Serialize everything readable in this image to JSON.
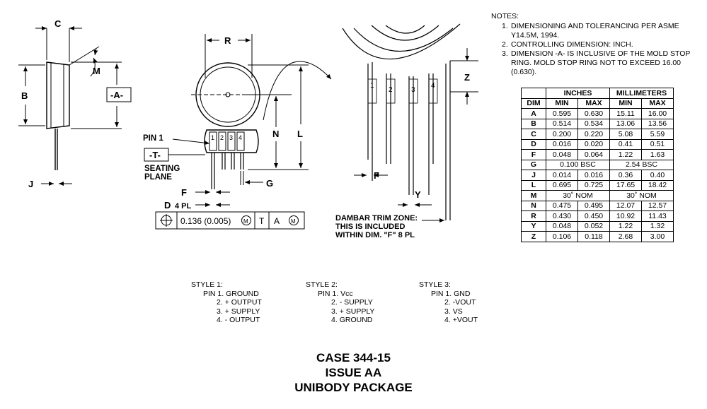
{
  "labels": {
    "C": "C",
    "M": "M",
    "A_datum": "-A-",
    "B": "B",
    "J": "J",
    "R": "R",
    "pin1": "PIN 1",
    "T_datum": "-T-",
    "seating_1": "SEATING",
    "seating_2": "PLANE",
    "N": "N",
    "L": "L",
    "G": "G",
    "F": "F",
    "D": "D",
    "four_pl": "4 PL",
    "pin_num_1": "1",
    "pin_num_2": "2",
    "pin_num_3": "3",
    "pin_num_4": "4",
    "Z": "Z",
    "F2": "F",
    "Y": "Y",
    "dambar_1": "DAMBAR TRIM ZONE:",
    "dambar_2": "THIS IS INCLUDED",
    "dambar_3": "WITHIN DIM.  \"F\" 8 PL",
    "fcf_value": "0.136 (0.005)",
    "fcf_m": "M",
    "fcf_t": "T",
    "fcf_a": "A",
    "fcf_m2": "M"
  },
  "notes": {
    "header": "NOTES:",
    "items": [
      {
        "n": "1.",
        "text": "DIMENSIONING AND TOLERANCING PER ASME Y14.5M, 1994."
      },
      {
        "n": "2.",
        "text": "CONTROLLING DIMENSION: INCH."
      },
      {
        "n": "3.",
        "text": "DIMENSION -A- IS INCLUSIVE OF THE MOLD STOP RING. MOLD STOP RING NOT TO EXCEED 16.00 (0.630)."
      }
    ]
  },
  "table": {
    "group_inches": "INCHES",
    "group_mm": "MILLIMETERS",
    "col_dim": "DIM",
    "col_min": "MIN",
    "col_max": "MAX",
    "rows": [
      {
        "dim": "A",
        "in_min": "0.595",
        "in_max": "0.630",
        "mm_min": "15.11",
        "mm_max": "16.00"
      },
      {
        "dim": "B",
        "in_min": "0.514",
        "in_max": "0.534",
        "mm_min": "13.06",
        "mm_max": "13.56"
      },
      {
        "dim": "C",
        "in_min": "0.200",
        "in_max": "0.220",
        "mm_min": "5.08",
        "mm_max": "5.59"
      },
      {
        "dim": "D",
        "in_min": "0.016",
        "in_max": "0.020",
        "mm_min": "0.41",
        "mm_max": "0.51"
      },
      {
        "dim": "F",
        "in_min": "0.048",
        "in_max": "0.064",
        "mm_min": "1.22",
        "mm_max": "1.63"
      },
      {
        "dim": "G",
        "in_span": "0.100 BSC",
        "mm_span": "2.54 BSC"
      },
      {
        "dim": "J",
        "in_min": "0.014",
        "in_max": "0.016",
        "mm_min": "0.36",
        "mm_max": "0.40"
      },
      {
        "dim": "L",
        "in_min": "0.695",
        "in_max": "0.725",
        "mm_min": "17.65",
        "mm_max": "18.42"
      },
      {
        "dim": "M",
        "in_span": "30˚ NOM",
        "mm_span": "30˚ NOM"
      },
      {
        "dim": "N",
        "in_min": "0.475",
        "in_max": "0.495",
        "mm_min": "12.07",
        "mm_max": "12.57"
      },
      {
        "dim": "R",
        "in_min": "0.430",
        "in_max": "0.450",
        "mm_min": "10.92",
        "mm_max": "11.43"
      },
      {
        "dim": "Y",
        "in_min": "0.048",
        "in_max": "0.052",
        "mm_min": "1.22",
        "mm_max": "1.32"
      },
      {
        "dim": "Z",
        "in_min": "0.106",
        "in_max": "0.118",
        "mm_min": "2.68",
        "mm_max": "3.00"
      }
    ]
  },
  "styles": [
    {
      "title": "STYLE 1:",
      "pins": [
        {
          "n": "PIN 1.",
          "name": "GROUND"
        },
        {
          "n": "2.",
          "name": "+ OUTPUT"
        },
        {
          "n": "3.",
          "name": "+ SUPPLY"
        },
        {
          "n": "4.",
          "name": "- OUTPUT"
        }
      ]
    },
    {
      "title": "STYLE 2:",
      "pins": [
        {
          "n": "PIN 1.",
          "name": "Vcc"
        },
        {
          "n": "2.",
          "name": "- SUPPLY"
        },
        {
          "n": "3.",
          "name": "+ SUPPLY"
        },
        {
          "n": "4.",
          "name": "GROUND"
        }
      ]
    },
    {
      "title": "STYLE 3:",
      "pins": [
        {
          "n": "PIN 1.",
          "name": "GND"
        },
        {
          "n": "2.",
          "name": "-VOUT"
        },
        {
          "n": "3.",
          "name": "VS"
        },
        {
          "n": "4.",
          "name": "+VOUT"
        }
      ]
    }
  ],
  "title": {
    "line1": "CASE 344-15",
    "line2": "ISSUE AA",
    "line3": "UNIBODY PACKAGE"
  }
}
